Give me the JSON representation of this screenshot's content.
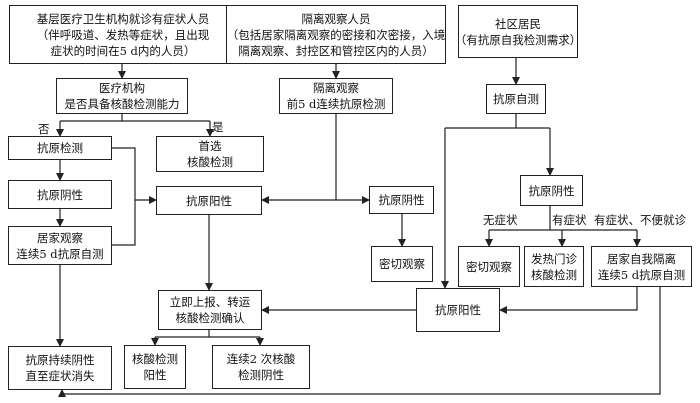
{
  "boxes": {
    "grassroots": {
      "line1": "基层医疗卫生机构就诊有症状人员",
      "line2": "（伴呼吸道、发热等症状，且出现",
      "line3": "症状的时间在5 d内的人员）"
    },
    "isolation": {
      "line1": "隔离观察人员",
      "line2": "（包括居家隔离观察的密接和次密接，入境",
      "line3": "隔离观察、封控区和管控区内的人员）"
    },
    "community": {
      "line1": "社区居民",
      "line2": "（有抗原自我检测需求）"
    },
    "medical_inst": {
      "line1": "医疗机构",
      "line2": "是否具备核酸检测能力"
    },
    "isolation_test": {
      "line1": "隔离观察",
      "line2": "前5 d连续抗原检测"
    },
    "self_antigen": {
      "line1": "抗原自测"
    },
    "antigen_test": {
      "line1": "抗原检测"
    },
    "preferred_nucleic": {
      "line1": "首选",
      "line2": "核酸检测"
    },
    "antigen_negative_left": {
      "line1": "抗原阴性"
    },
    "antigen_positive_center": {
      "line1": "抗原阳性"
    },
    "antigen_negative_mid": {
      "line1": "抗原阴性"
    },
    "antigen_negative_right": {
      "line1": "抗原阴性"
    },
    "home_observe": {
      "line1": "居家观察",
      "line2": "连续5  d抗原自测"
    },
    "close_observe_mid": {
      "line1": "密切观察"
    },
    "close_observe_right": {
      "line1": "密切观察"
    },
    "fever_clinic": {
      "line1": "发热门诊",
      "line2": "核酸检测"
    },
    "home_isolation": {
      "line1": "居家自我隔离",
      "line2": "连续5 d抗原自测"
    },
    "report_transfer": {
      "line1": "立即上报、转运",
      "line2": "核酸检测确认"
    },
    "antigen_positive_right": {
      "line1": "抗原阳性"
    },
    "persist_negative": {
      "line1": "抗原持续阴性",
      "line2": "直至症状消失"
    },
    "nucleic_positive": {
      "line1": "核酸检测",
      "line2": "阳性"
    },
    "nucleic_negative_twice": {
      "line1": "连续2 次核酸",
      "line2": "检测阴性"
    }
  },
  "labels": {
    "no": "否",
    "yes": "是",
    "no_symptom": "无症状",
    "has_symptom": "有症状",
    "symptom_inconvenient": "有症状、不便就诊"
  }
}
